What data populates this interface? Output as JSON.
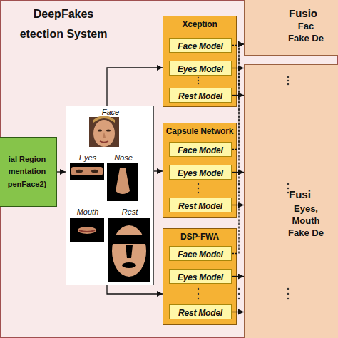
{
  "diagram": {
    "title": "DeepFakes etection System",
    "nodes": [
      {
        "text": [
          "ial Region mentation penFace2)"
        ]
      },
      {
        "text": [
          "Face",
          "Eyes",
          "Nose",
          "Mouth",
          "Rest"
        ]
      },
      {
        "text": [
          "Xception"
        ]
      },
      {
        "text": [
          "Face Model"
        ],
        "in": 2
      },
      {
        "text": [
          "Eyes Model"
        ],
        "in": 2
      },
      {
        "text": [
          "Rest Model"
        ],
        "in": 2
      },
      {
        "text": [
          "Capsule Network"
        ]
      },
      {
        "text": [
          "Face Model"
        ],
        "in": 6
      },
      {
        "text": [
          "Eyes Model"
        ],
        "in": 6
      },
      {
        "text": [
          "Rest Model"
        ],
        "in": 6
      },
      {
        "text": [
          "DSP-FWA"
        ]
      },
      {
        "text": [
          "Face Model"
        ],
        "in": 10
      },
      {
        "text": [
          "Eyes Model"
        ],
        "in": 10
      },
      {
        "text": [
          "Rest Model"
        ],
        "in": 10
      },
      {
        "text": [
          "Fusio",
          "Fac Fake De"
        ]
      },
      {
        "text": [
          "Fusi",
          "Eyes, Mouth Fake De"
        ]
      }
    ],
    "edges": [
      {
        "from": 0,
        "to": 1,
        "arrow": "to"
      },
      {
        "from": 1,
        "to": 2,
        "arrow": "to"
      },
      {
        "from": 1,
        "to": 6,
        "arrow": "to"
      },
      {
        "from": 1,
        "to": 10,
        "arrow": "to"
      },
      {
        "from": 3,
        "to": 14,
        "arrow": "to"
      },
      {
        "from": 7,
        "to": 14,
        "arrow": "to"
      },
      {
        "from": 11,
        "to": 14,
        "arrow": "to"
      },
      {
        "from": 4,
        "to": 15,
        "arrow": "to"
      },
      {
        "from": 5,
        "to": 15,
        "arrow": "to"
      },
      {
        "from": 8,
        "to": 15,
        "arrow": "to"
      },
      {
        "from": 9,
        "to": 15,
        "arrow": "to"
      },
      {
        "from": 12,
        "to": 15,
        "arrow": "to"
      },
      {
        "from": 13,
        "to": 15,
        "arrow": "to"
      }
    ]
  }
}
